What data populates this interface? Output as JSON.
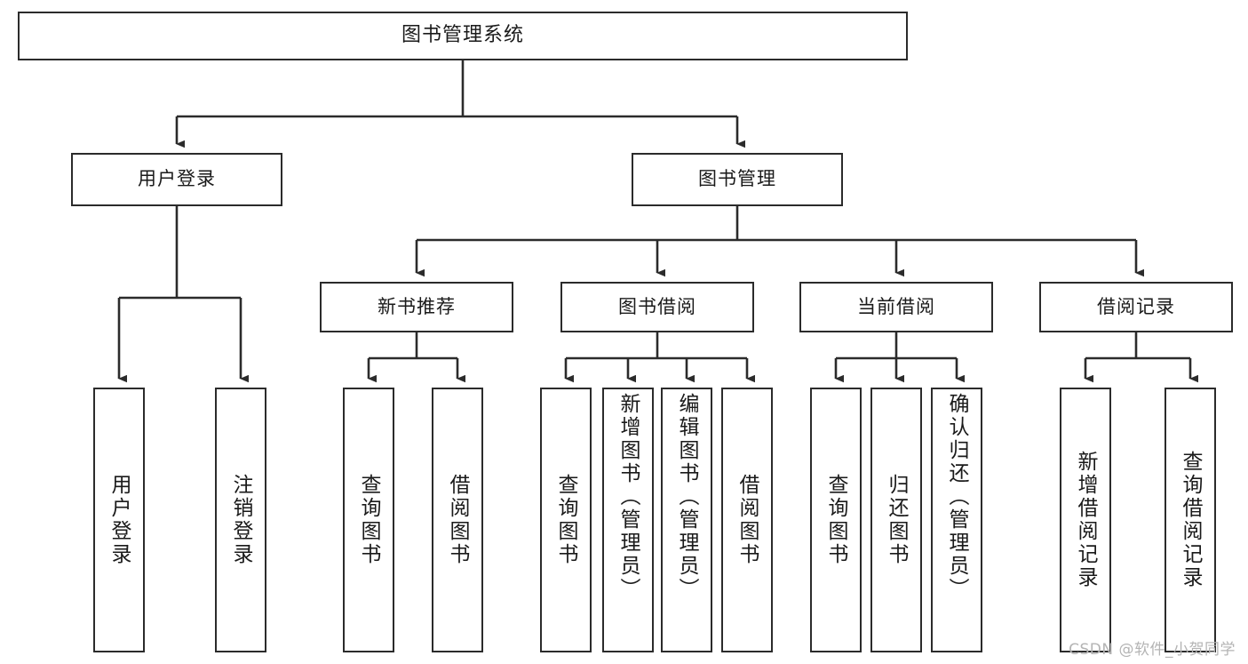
{
  "diagram": {
    "title": "图书管理系统",
    "type": "tree-hierarchy",
    "watermark": "CSDN @软件_小贺同学",
    "colors": {
      "background": "#ffffff",
      "box_border": "#2b2b2b",
      "box_fill": "#ffffff",
      "connector": "#2b2b2b",
      "text": "#1a1a1a",
      "watermark": "#b4b4b4"
    },
    "levels": {
      "root": "图书管理系统",
      "level2": [
        "用户登录",
        "图书管理"
      ],
      "level3": [
        "新书推荐",
        "图书借阅",
        "当前借阅",
        "借阅记录"
      ]
    },
    "nodes": {
      "root": {
        "label": "图书管理系统"
      },
      "user_login": {
        "label": "用户登录"
      },
      "book_manage": {
        "label": "图书管理"
      },
      "new_book_rec": {
        "label": "新书推荐"
      },
      "book_borrow": {
        "label": "图书借阅"
      },
      "current_borrow": {
        "label": "当前借阅"
      },
      "borrow_record": {
        "label": "借阅记录"
      },
      "leaf_user_login": {
        "label": "用户登录"
      },
      "leaf_user_logout": {
        "label": "注销登录"
      },
      "leaf_query_book_1": {
        "label": "查询图书"
      },
      "leaf_borrow_book_1": {
        "label": "借阅图书"
      },
      "leaf_query_book_2": {
        "label": "查询图书"
      },
      "leaf_add_book": {
        "label": "新增图书（管理员）"
      },
      "leaf_edit_book": {
        "label": "编辑图书（管理员）"
      },
      "leaf_borrow_book_2": {
        "label": "借阅图书"
      },
      "leaf_query_book_3": {
        "label": "查询图书"
      },
      "leaf_return_book": {
        "label": "归还图书"
      },
      "leaf_confirm_return": {
        "label": "确认归还（管理员）"
      },
      "leaf_add_record": {
        "label": "新增借阅记录"
      },
      "leaf_query_record": {
        "label": "查询借阅记录"
      }
    },
    "edges": [
      {
        "from": "图书管理系统",
        "to": "用户登录"
      },
      {
        "from": "图书管理系统",
        "to": "图书管理"
      },
      {
        "from": "用户登录",
        "to": "用户登录"
      },
      {
        "from": "用户登录",
        "to": "注销登录"
      },
      {
        "from": "图书管理",
        "to": "新书推荐"
      },
      {
        "from": "图书管理",
        "to": "图书借阅"
      },
      {
        "from": "图书管理",
        "to": "当前借阅"
      },
      {
        "from": "图书管理",
        "to": "借阅记录"
      },
      {
        "from": "新书推荐",
        "to": "查询图书"
      },
      {
        "from": "新书推荐",
        "to": "借阅图书"
      },
      {
        "from": "图书借阅",
        "to": "查询图书"
      },
      {
        "from": "图书借阅",
        "to": "新增图书（管理员）"
      },
      {
        "from": "图书借阅",
        "to": "编辑图书（管理员）"
      },
      {
        "from": "图书借阅",
        "to": "借阅图书"
      },
      {
        "from": "当前借阅",
        "to": "查询图书"
      },
      {
        "from": "当前借阅",
        "to": "归还图书"
      },
      {
        "from": "当前借阅",
        "to": "确认归还（管理员）"
      },
      {
        "from": "借阅记录",
        "to": "新增借阅记录"
      },
      {
        "from": "借阅记录",
        "to": "查询借阅记录"
      }
    ]
  }
}
